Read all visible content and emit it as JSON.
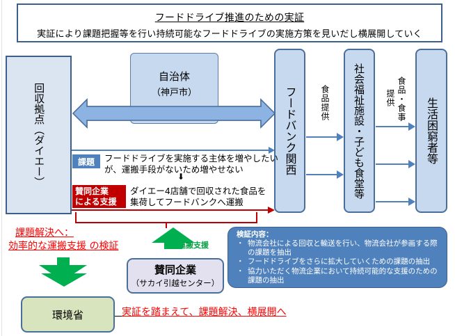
{
  "title": {
    "main": "フードドライブ推進のための実証",
    "subtitle": "実証により課題把握等を行い持続可能なフードドライブの実施方策を見いだし横展開していく"
  },
  "nodes": {
    "collection_point": "回収拠点（ダイエー）",
    "municipality": {
      "name": "自治体",
      "sub": "（神戸市）"
    },
    "food_bank": "フードバンク関西",
    "welfare": "社会福祉施設・子ども食堂等",
    "needy": "生活困窮者等",
    "company": {
      "name": "賛同企業",
      "sub": "（サカイ引越センター）"
    },
    "ministry": "環境省"
  },
  "flow_labels": {
    "food_provision": "食品提供",
    "food_meal_provision_1": "食品・食事",
    "food_meal_provision_2": "提供",
    "transport_support": "運搬支援"
  },
  "issue": {
    "tag": "課題",
    "line1": "フードドライブを実施する主体を増やしたい",
    "line2": "が、運搬手段がないため増やせない",
    "arrow": "⬇"
  },
  "support": {
    "tag_line1": "賛同企業",
    "tag_line2": "による支援",
    "line1": "ダイエー4店舗で回収された食品を",
    "line2": "集荷してフードバンクへ運搬"
  },
  "resolution": {
    "line1": "課題解決へ：",
    "line2": "効率的な運搬支援 の検証"
  },
  "verification": {
    "heading": "検証内容：",
    "items": [
      "物流会社による回収と輸送を行い、物流会社が参画する際の課題を抽出",
      "フードドライブをさらに拡大していくための課題の抽出",
      "協力いただく物流企業において持続可能的な支援のための課題の抽出"
    ]
  },
  "conclusion": "実証を踏まえて、課題解決、横展開へ",
  "colors": {
    "box_fill": "#c6d9ef",
    "box_border": "#4a6e9a",
    "arrow_blue": "#4f81bd",
    "red": "#c00000",
    "green": "#00b050",
    "ministry_fill": "#d7e4bd",
    "company_fill": "#e3e1ef"
  }
}
